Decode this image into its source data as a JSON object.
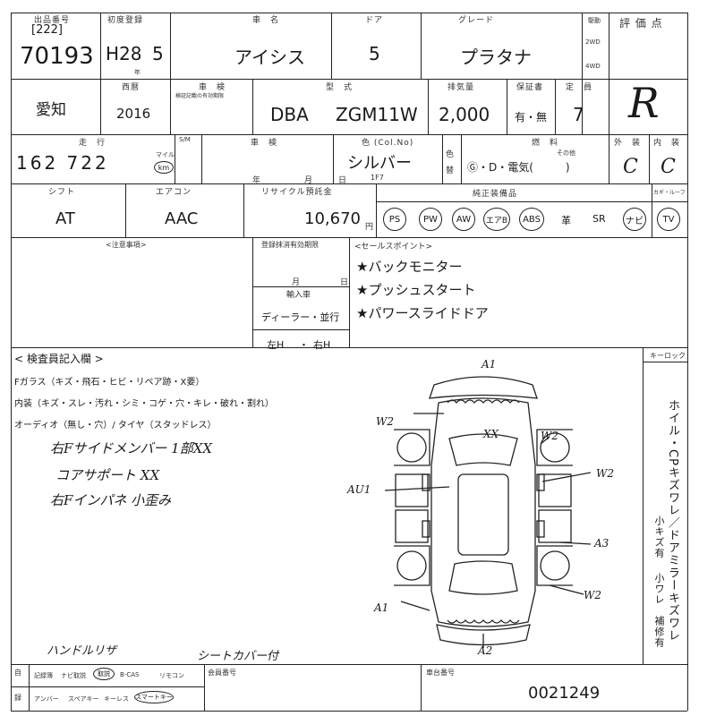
{
  "header": {
    "lot_label": "出品番号",
    "lot_sub": "[222]",
    "lot_number": "70193",
    "first_reg_label": "初度登録",
    "first_reg": "H28",
    "first_reg_month": "5",
    "first_reg_unit": "年",
    "car_name_label": "車　名",
    "car_name": "アイシス",
    "door_label": "ドア",
    "doors": "5",
    "grade_label": "グレード",
    "grade": "プラタナ",
    "drive_label": "駆動",
    "drive_2wd": "2WD",
    "drive_4wd": "4WD",
    "score_label": "評 価 点",
    "score": "R"
  },
  "row2": {
    "location": "愛知",
    "year_label": "西暦",
    "year": "2016",
    "shaken_label": "車　検",
    "shaken_sub": "検証記載の有効期限",
    "model_label": "型　式",
    "model_prefix": "DBA",
    "model_code": "ZGM11W",
    "displacement_label": "排気量",
    "displacement": "2,000",
    "warranty_label": "保証書",
    "warranty": "有・無",
    "capacity_label": "定　員",
    "capacity": "7"
  },
  "row3": {
    "mileage_label": "走　行",
    "mileage": "162 722",
    "mileage_unit_mile": "マイル",
    "mileage_unit_km": "km",
    "meter_label": "S/M",
    "inspection_label": "車　検",
    "year_unit": "年",
    "month_unit": "月",
    "day_unit": "日",
    "color_label": "色 (Col.No)",
    "color": "シルバー",
    "color_code": "1F7",
    "color_change_label": "色替",
    "fuel_label": "燃　料",
    "fuel_options": "Ⓖ・D・電気(　　　)",
    "fuel_other": "その他",
    "exterior_label": "外　装",
    "exterior": "C",
    "interior_label": "内　装",
    "interior": "C"
  },
  "row4": {
    "shift_label": "シフト",
    "shift": "AT",
    "ac_label": "エアコン",
    "ac": "AAC",
    "recycle_label": "リサイクル預託金",
    "recycle": "10,670",
    "recycle_unit": "円",
    "equipment_label": "純正装備品",
    "equipment": [
      "PS",
      "PW",
      "AW",
      "エアB",
      "ABS",
      "革",
      "SR",
      "ナビ",
      "TV"
    ],
    "kit_label": "カギ・ルーフ"
  },
  "notes": {
    "caution_label": "<注意事項>",
    "reg_expiry_label": "登録抹消有効期限",
    "month_label": "月",
    "day_label": "日",
    "import_label": "輸入車",
    "dealer_label": "ディーラー・並行",
    "steer_left": "左H",
    "steer_sep": "・",
    "steer_right": "右H",
    "sales_label": "<セールスポイント>",
    "sales_points": [
      "★バックモニター",
      "★プッシュスタート",
      "★パワースライドドア"
    ]
  },
  "inspection": {
    "title": "< 検査員記入欄 >",
    "glass": "Fガラス（キズ・飛石・ヒビ・リペア跡・X要）",
    "interior": "内装（キズ・スレ・汚れ・シミ・コゲ・穴・キレ・破れ・割れ）",
    "audio": "オーディオ（無し・穴）/ タイヤ（スタッドレス）",
    "remarks": [
      "右Fサイドメンバー 1部XX",
      "コアサポート XX",
      "右Fインパネ 小歪み"
    ],
    "footer_left": "ハンドルリザ",
    "footer_right": "シートカバー付"
  },
  "diagram_marks": {
    "a1_top": "A1",
    "w2_left_top": "W2",
    "xx": "XX",
    "w2_right_top": "W2",
    "w2_right_mid": "W2",
    "au1": "AU1",
    "a3": "A3",
    "w2_right_bottom": "W2",
    "a1_bottom": "A1",
    "a2": "A2"
  },
  "sidebar": {
    "key_label": "キーロック",
    "vertical_text": "ホイル・CPキズワレ／ドアミラーキズワレ",
    "small_scratch": "小キズ有",
    "small_dent": "小ワレ",
    "repair": "補修有"
  },
  "footer": {
    "items_row1": [
      "記録簿",
      "ナビ取説",
      "取説",
      "B-CAS",
      "リモコン"
    ],
    "items_row2": [
      "アンバー",
      "スペアキー",
      "キーレス",
      "スマートキー"
    ],
    "col_left_label": "自",
    "col_right_label": "録",
    "inspection_no_label": "会員番号",
    "receipt_no_label": "車台番号",
    "receipt_no": "0021249"
  }
}
